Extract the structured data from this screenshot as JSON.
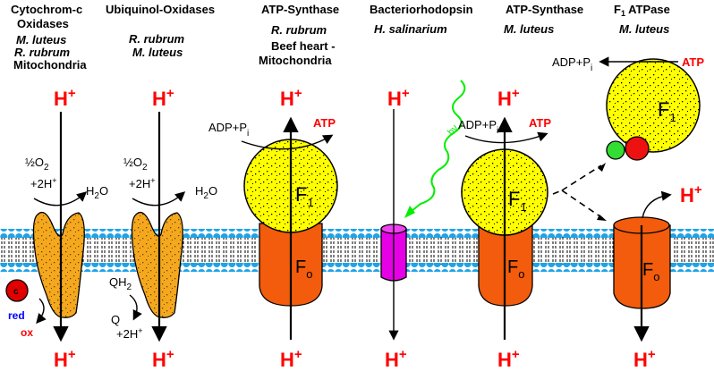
{
  "columns": [
    {
      "title": [
        "Cytochrom-c",
        "Oxidases"
      ],
      "organisms": [
        "M. luteus",
        "R. rubrum"
      ],
      "extra": "Mitochondria"
    },
    {
      "title": [
        "Ubiquinol-Oxidases"
      ],
      "organisms": [
        "R. rubrum",
        "M. luteus"
      ]
    },
    {
      "title": [
        "ATP-Synthase"
      ],
      "organisms": [
        "R. rubrum"
      ],
      "extra": [
        "Beef heart -",
        "Mitochondria"
      ]
    },
    {
      "title": [
        "Bacteriorhodopsin"
      ],
      "organisms": [
        "H. salinarium"
      ]
    },
    {
      "title": [
        "ATP-Synthase"
      ],
      "organisms": [
        "M. luteus"
      ]
    },
    {
      "title": [
        "F",
        "1",
        " ATPase"
      ],
      "organisms": [
        "M. luteus"
      ]
    }
  ],
  "proton": {
    "H": "H",
    "plus": "+"
  },
  "reactions": {
    "oxygen_half": "½",
    "o2": "O",
    "o2_sub": "2",
    "plus2h": "+2H",
    "plus": "+",
    "h2o": "H",
    "h2o_sub": "2",
    "h2o_o": "O",
    "qh2": "QH",
    "qh2_sub": "2",
    "q": "Q",
    "adp_pi": "ADP+P",
    "pi_sub": "i",
    "atp": "ATP",
    "light": "hν",
    "red": "red",
    "ox": "ox",
    "cyt_c": "c"
  },
  "subunits": {
    "f1": "F",
    "f1_sub": "1",
    "fo": "F",
    "fo_sub": "o"
  },
  "colors": {
    "oxidase": "#f5a81e",
    "f1": "#ffff00",
    "fo": "#f25c0c",
    "bacteriorhodopsin": "#e600e6",
    "lipid_head": "#1fa3e8",
    "proton": "#ff0000",
    "light": "#00ee00",
    "red_label": "#0000ff",
    "ox_label": "#ff0000"
  }
}
